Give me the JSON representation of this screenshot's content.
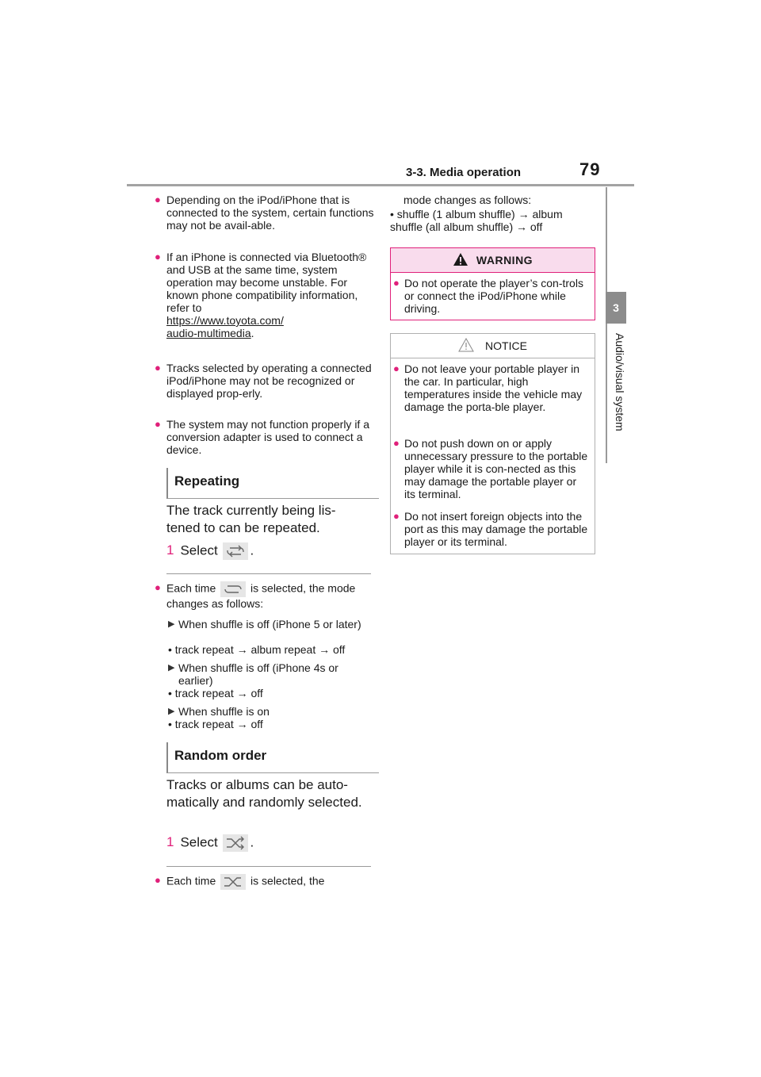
{
  "header": {
    "section": "3-3. Media operation",
    "page": "79"
  },
  "side_tab": {
    "number": "3",
    "label": "Audio/visual system"
  },
  "left": {
    "bullets": [
      "Depending on the iPod/iPhone that is connected to the system, certain functions may not be avail-able.",
      "If an iPhone is connected via Bluetooth® and USB at the same time, system operation may become unstable. For known phone compatibility information, refer to",
      "Tracks selected by operating a connected iPod/iPhone may not be recognized or displayed prop-erly.",
      "The system may not function properly if a conversion adapter is used to connect a device."
    ],
    "link_line1": "https://www.toyota.com/",
    "link_line2": "audio-multimedia",
    "repeating": {
      "title": "Repeating",
      "intro": "The track currently being lis-tened to can be repeated.",
      "step_num": "1",
      "step_text": "Select",
      "note": "Each time",
      "note2": "is selected, the mode changes as follows:",
      "cases": [
        {
          "label": "When shuffle is off (iPhone 5 or later)",
          "seq": "• track repeat → album repeat → off"
        },
        {
          "label": "When shuffle is off (iPhone 4s or earlier)",
          "seq": "• track repeat → off"
        },
        {
          "label": "When shuffle is on",
          "seq": "• track repeat → off"
        }
      ]
    },
    "random": {
      "title": "Random order",
      "intro": "Tracks or albums can be auto-matically and randomly selected.",
      "step_num": "1",
      "step_text": "Select",
      "note": "Each time",
      "note2": "is selected, the"
    }
  },
  "right": {
    "cont1": "mode changes as follows:",
    "cont2": "• shuffle (1 album shuffle) → album shuffle (all album shuffle) → off",
    "warning": {
      "title": "WARNING",
      "text": "Do not operate the player’s con-trols or connect the iPod/iPhone while driving."
    },
    "notice": {
      "title": "NOTICE",
      "items": [
        "Do not leave your portable player in the car. In particular, high temperatures inside the vehicle may damage the porta-ble player.",
        "Do not push down on or apply unnecessary pressure to the portable player while it is con-nected as this may damage the portable player or its terminal.",
        "Do not insert foreign objects into the port as this may damage the portable player or its terminal."
      ]
    }
  },
  "icons": [
    "repeat-icon",
    "shuffle-icon",
    "warning-triangle-icon",
    "notice-triangle-icon",
    "bullet-dot-icon",
    "triangle-pointer-icon"
  ],
  "colors": {
    "accent": "#e0207a",
    "warning_bg": "#f9dced",
    "rule_gray": "#a3a3a3",
    "tab_gray": "#8c8c8c"
  }
}
